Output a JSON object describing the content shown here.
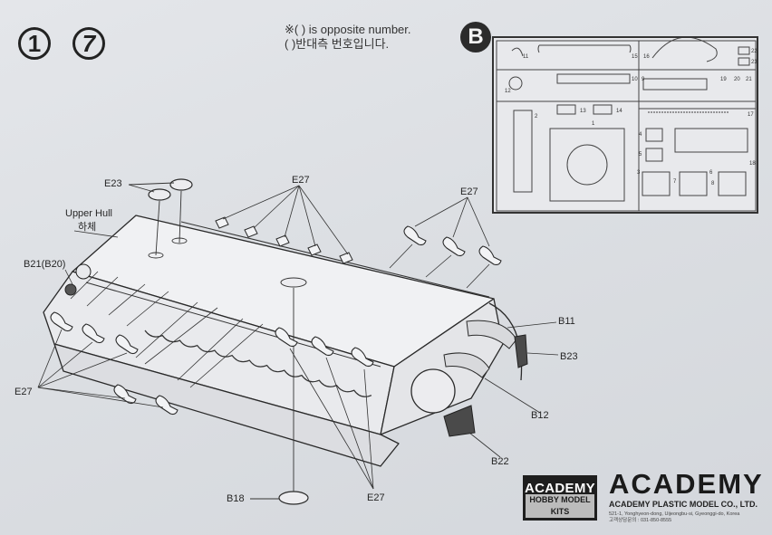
{
  "steps": [
    "1",
    "7"
  ],
  "note": {
    "line1": "※( ) is opposite number.",
    "line2": "( )반대측 번호입니다."
  },
  "sprue_letter": "B",
  "sprue_numbers": [
    "11",
    "12",
    "13",
    "14",
    "15",
    "16",
    "17",
    "18",
    "19",
    "20",
    "21",
    "22",
    "23",
    "2",
    "3",
    "4",
    "5",
    "6",
    "7",
    "8",
    "9",
    "10",
    "1"
  ],
  "labels": {
    "upper_hull": "Upper Hull",
    "upper_hull_kr": "하체",
    "e23": "E23",
    "e27_top": "E27",
    "e27_right": "E27",
    "e27_left": "E27",
    "e27_bottom": "E27",
    "b21": "B21(B20)",
    "b11": "B11",
    "b23": "B23",
    "b12": "B12",
    "b22": "B22",
    "b18": "B18"
  },
  "branding": {
    "logo_word": "ACADEMY",
    "logo_sub": "HOBBY MODEL KITS",
    "brand_name": "ACADEMY",
    "company": "ACADEMY PLASTIC MODEL CO., LTD.",
    "address": "521-1, Yonghyeon-dong, Uijeongbu-si, Gyeonggi-do, Korea",
    "address2": "고객상담문의 : 031-850-8555"
  },
  "colors": {
    "ink": "#222222",
    "paper": "#dcdfe3",
    "part_fill": "#f0f1f3"
  }
}
